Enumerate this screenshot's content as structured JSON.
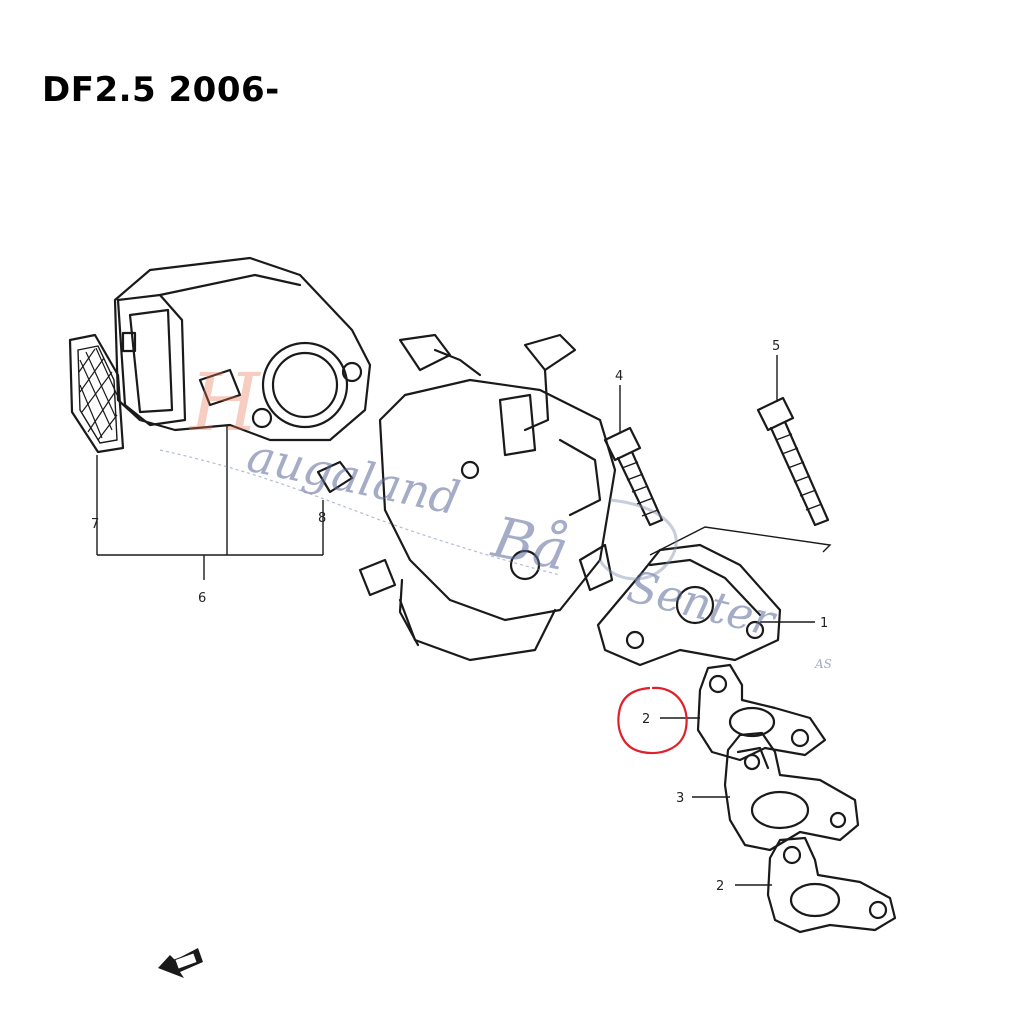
{
  "title": "DF2.5 2006-",
  "callouts": {
    "c1": "1",
    "c2a": "2",
    "c2b": "2",
    "c3": "3",
    "c4": "4",
    "c5": "5",
    "c6": "6",
    "c7": "7",
    "c8": "8"
  },
  "watermark": {
    "word1": "augaland",
    "word2": "Bå",
    "word3": "Senter",
    "suffix": "AS"
  },
  "colors": {
    "line": "#1a1a1a",
    "highlight": "#e0202a",
    "watermark": "#5a6a9a",
    "watermark_accent": "#e8734d"
  },
  "icons": {
    "direction": "forward-arrow-icon"
  }
}
